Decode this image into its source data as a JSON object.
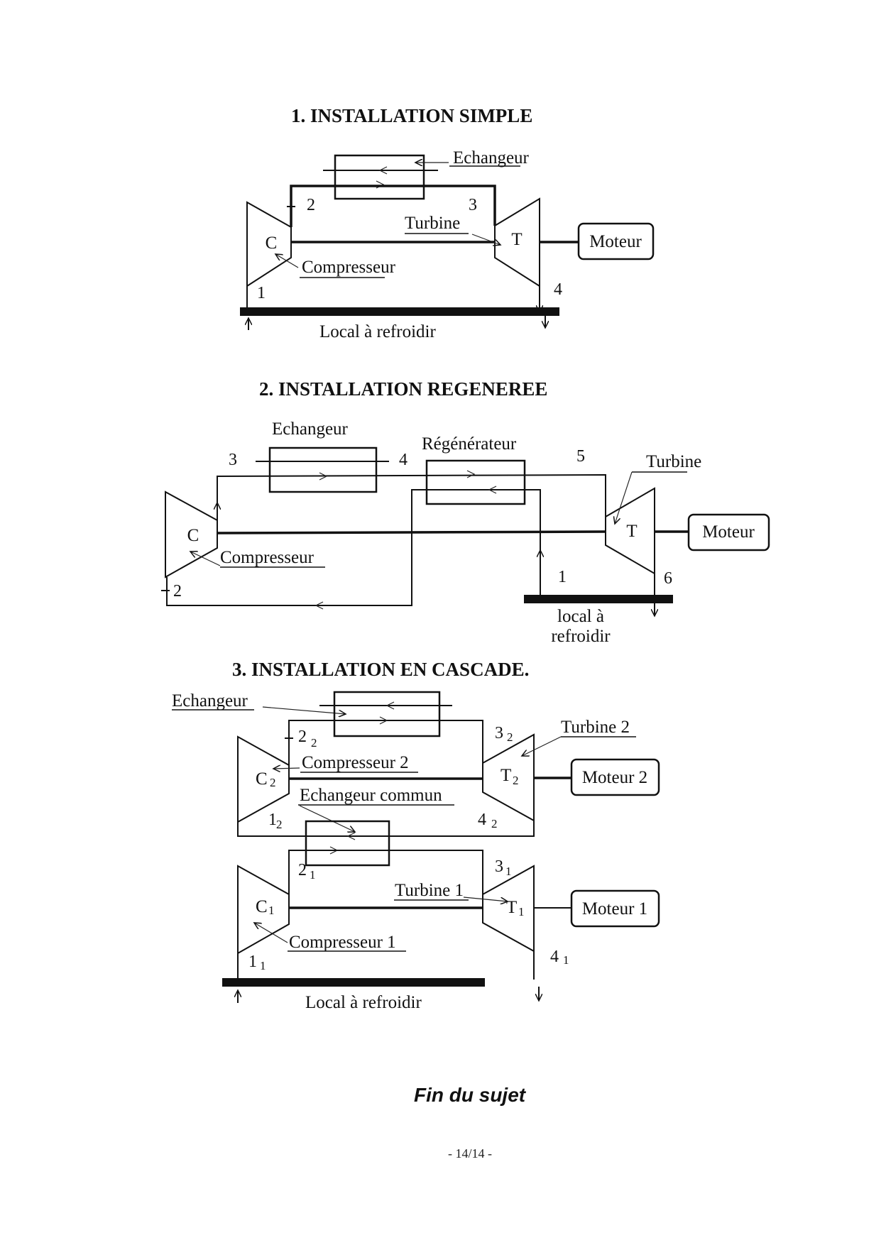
{
  "sections": [
    {
      "title": "1. INSTALLATION SIMPLE",
      "labels": {
        "exchanger": "Echangeur",
        "turbine": "Turbine",
        "compressor": "Compresseur",
        "compressor_symbol": "C",
        "turbine_symbol": "T",
        "motor": "Moteur",
        "room": "Local à refroidir"
      },
      "points": [
        "1",
        "2",
        "3",
        "4"
      ]
    },
    {
      "title": "2. INSTALLATION REGENEREE",
      "labels": {
        "exchanger": "Echangeur",
        "regenerator": "Régénérateur",
        "turbine": "Turbine",
        "compressor": "Compresseur",
        "compressor_symbol": "C",
        "turbine_symbol": "T",
        "motor": "Moteur",
        "room_line1": "local à",
        "room_line2": "refroidir"
      },
      "points": [
        "1",
        "2",
        "3",
        "4",
        "5",
        "6"
      ]
    },
    {
      "title": "3. INSTALLATION EN CASCADE.",
      "labels": {
        "exchanger": "Echangeur",
        "common_exchanger": "Echangeur commun",
        "compressor2": "Compresseur 2",
        "compressor1": "Compresseur 1",
        "turbine2": "Turbine 2",
        "turbine1": "Turbine 1",
        "compressor_symbol": "C",
        "turbine_symbol": "T",
        "motor2": "Moteur 2",
        "motor1": "Moteur 1",
        "room": "Local à refroidir"
      },
      "points": {
        "stage2": [
          [
            "2",
            "2"
          ],
          [
            "3",
            "2"
          ],
          [
            "1",
            "2"
          ],
          [
            "4",
            "2"
          ]
        ],
        "stage1": [
          [
            "2",
            "1"
          ],
          [
            "3",
            "1"
          ],
          [
            "1",
            "1"
          ],
          [
            "4",
            "1"
          ]
        ],
        "c2_sub": "2",
        "t2_sub": "2",
        "c1_sub": "1",
        "t1_sub": "1"
      }
    }
  ],
  "footer": {
    "end_text": "Fin du sujet",
    "page_number": "- 14/14 -"
  }
}
